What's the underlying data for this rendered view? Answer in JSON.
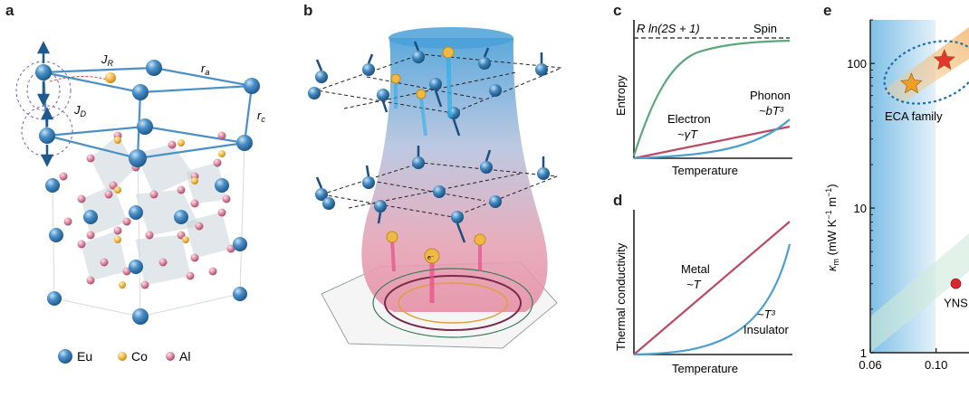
{
  "panels": {
    "a": "a",
    "b": "b",
    "c": "c",
    "d": "d",
    "e": "e"
  },
  "panel_a": {
    "labels": {
      "jr": "J",
      "jr_sub": "R",
      "jd": "J",
      "jd_sub": "D",
      "ra": "r",
      "ra_sub": "a",
      "rc": "r",
      "rc_sub": "c"
    },
    "legend": [
      {
        "name": "Eu",
        "color": "#4a90c8"
      },
      {
        "name": "Co",
        "color": "#f0b845"
      },
      {
        "name": "Al",
        "color": "#d9829b"
      }
    ]
  },
  "panel_b": {
    "electron_symbol": "e⁻"
  },
  "chart_data": [
    {
      "id": "c",
      "type": "line",
      "xlabel": "Temperature",
      "ylabel": "Entropy",
      "annotations": {
        "limit": "R ln(2S + 1)",
        "spin": "Spin",
        "electron": "Electron",
        "electron_law": "~γT",
        "phonon": "Phonon",
        "phonon_law": "~bT³"
      },
      "series": [
        {
          "name": "Spin",
          "color": "#5aa97a"
        },
        {
          "name": "Electron",
          "color": "#b94a62"
        },
        {
          "name": "Phonon",
          "color": "#4aa0d0"
        }
      ]
    },
    {
      "id": "d",
      "type": "line",
      "xlabel": "Temperature",
      "ylabel": "Thermal conductivity",
      "annotations": {
        "metal": "Metal",
        "metal_law": "~T",
        "insulator_law": "~T³",
        "insulator": "Insulator"
      },
      "series": [
        {
          "name": "Metal",
          "color": "#b94a62"
        },
        {
          "name": "Insulator",
          "color": "#4aa0d0"
        }
      ]
    },
    {
      "id": "e",
      "type": "scatter",
      "ylabel": "κm (mW K⁻¹ m⁻¹)",
      "yscale": "log",
      "ylim": [
        1,
        200
      ],
      "xlim": [
        0.06,
        0.12
      ],
      "xticks": [
        "0.06",
        "0.10"
      ],
      "yticks": [
        "1",
        "10",
        "100"
      ],
      "points": [
        {
          "label": "ECA family",
          "x": 0.085,
          "y": 72,
          "marker": "star",
          "color": "#f0a020"
        },
        {
          "label": "ECA family",
          "x": 0.105,
          "y": 105,
          "marker": "star",
          "color": "#e8342e"
        },
        {
          "label": "YNS",
          "x": 0.112,
          "y": 3.0,
          "marker": "circle",
          "color": "#d8282e"
        }
      ],
      "group_label": "ECA family",
      "point_label": "YNS"
    }
  ]
}
